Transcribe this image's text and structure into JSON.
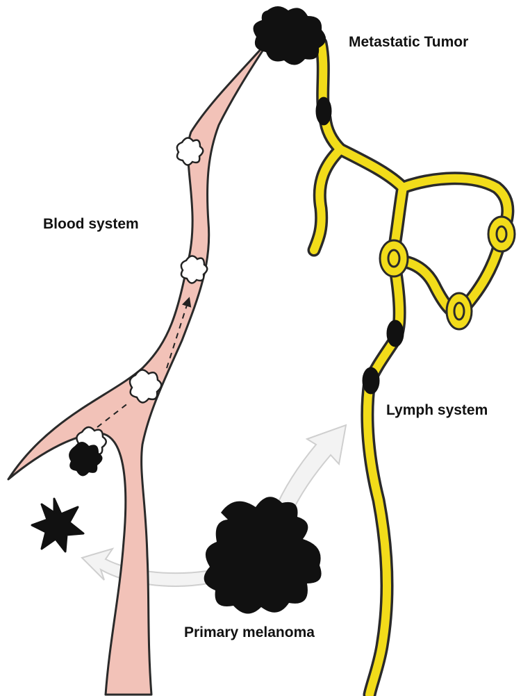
{
  "labels": {
    "metastatic_tumor": "Metastatic Tumor",
    "blood_system": "Blood system",
    "lymph_system": "Lymph system",
    "primary_melanoma": "Primary melanoma"
  },
  "colors": {
    "blood_vessel_fill": "#f2c2b8",
    "lymph_vessel_fill": "#f2dc1a",
    "tumor_fill": "#111111",
    "outline": "#2a2a2a",
    "arrow_fill": "#f3f3f3",
    "arrow_stroke": "#c9c9c9"
  }
}
